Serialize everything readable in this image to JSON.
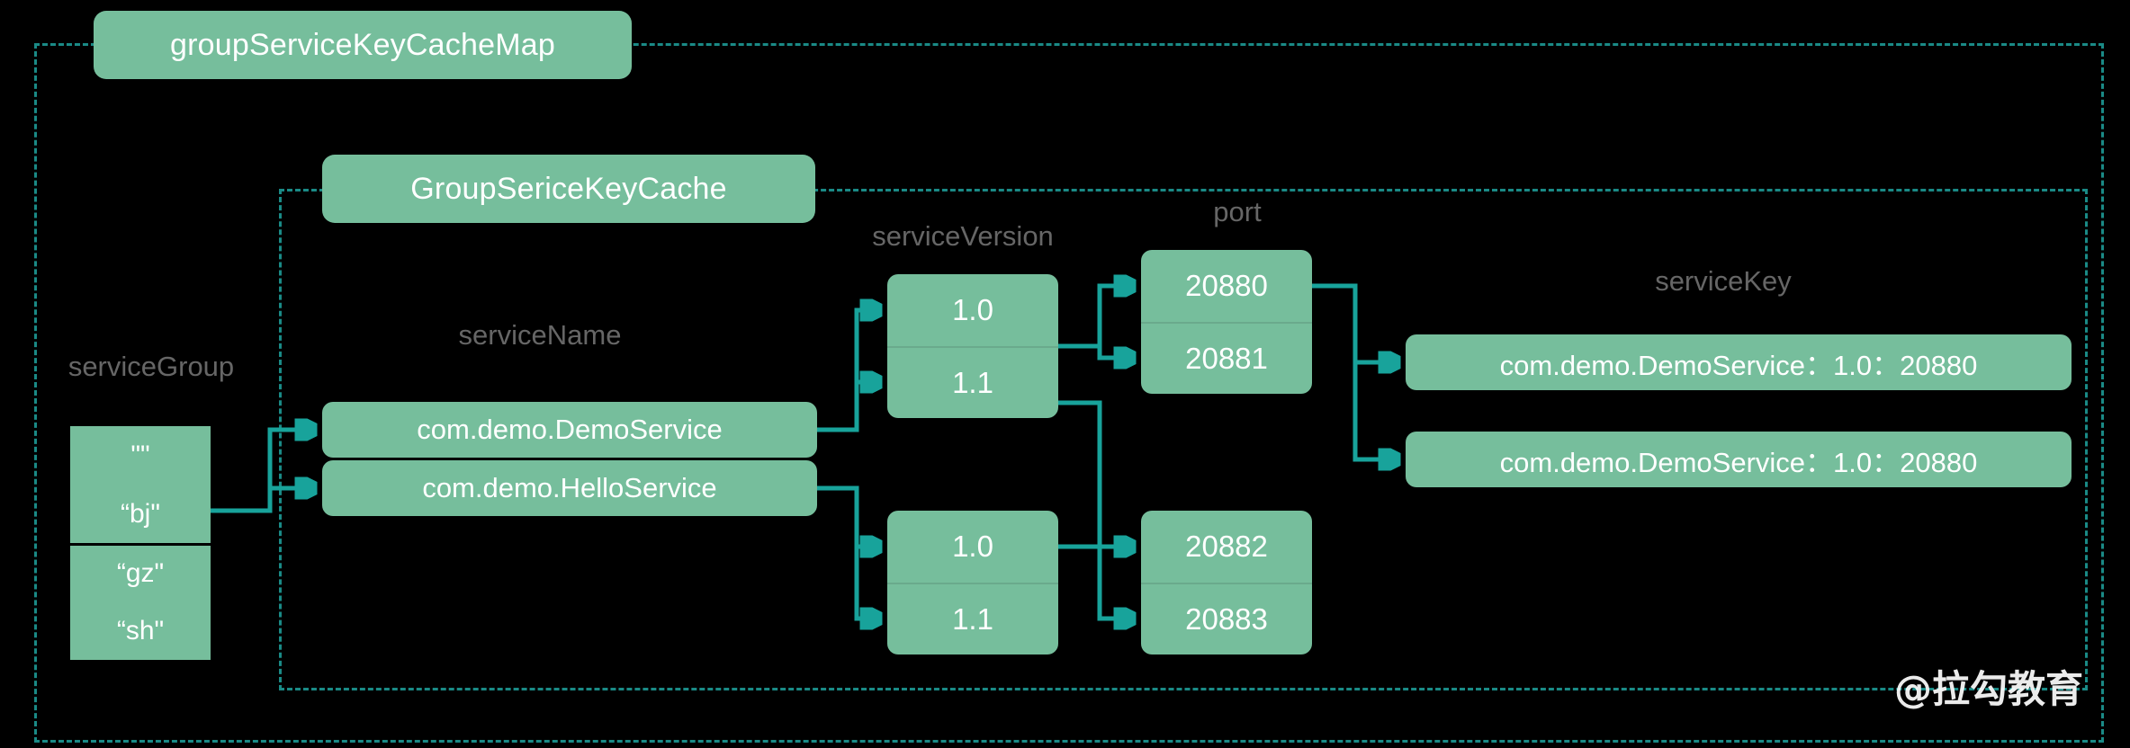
{
  "diagram": {
    "title_chip": "groupServiceKeyCacheMap",
    "inner_chip": "GroupSericeKeyCache",
    "watermark": "@拉勾教育",
    "colors": {
      "background": "#000000",
      "box_fill": "#76be9c",
      "box_text": "#ffffff",
      "label_text": "#666666",
      "connector": "#18a39b",
      "dashed_border": "#1a8a86"
    },
    "columns": {
      "service_group": "serviceGroup",
      "service_name": "serviceName",
      "service_version": "serviceVersion",
      "port": "port",
      "service_key": "serviceKey"
    },
    "service_groups": [
      "\"\"",
      "“bj\"",
      "“gz\"",
      "“sh\""
    ],
    "service_names": [
      "com.demo.DemoService",
      "com.demo.HelloService"
    ],
    "service_versions_top": [
      "1.0",
      "1.1"
    ],
    "service_versions_bottom": [
      "1.0",
      "1.1"
    ],
    "ports_top": [
      "20880",
      "20881"
    ],
    "ports_bottom": [
      "20882",
      "20883"
    ],
    "service_keys": [
      "com.demo.DemoService：1.0：20880",
      "com.demo.DemoService：1.0：20880"
    ]
  }
}
